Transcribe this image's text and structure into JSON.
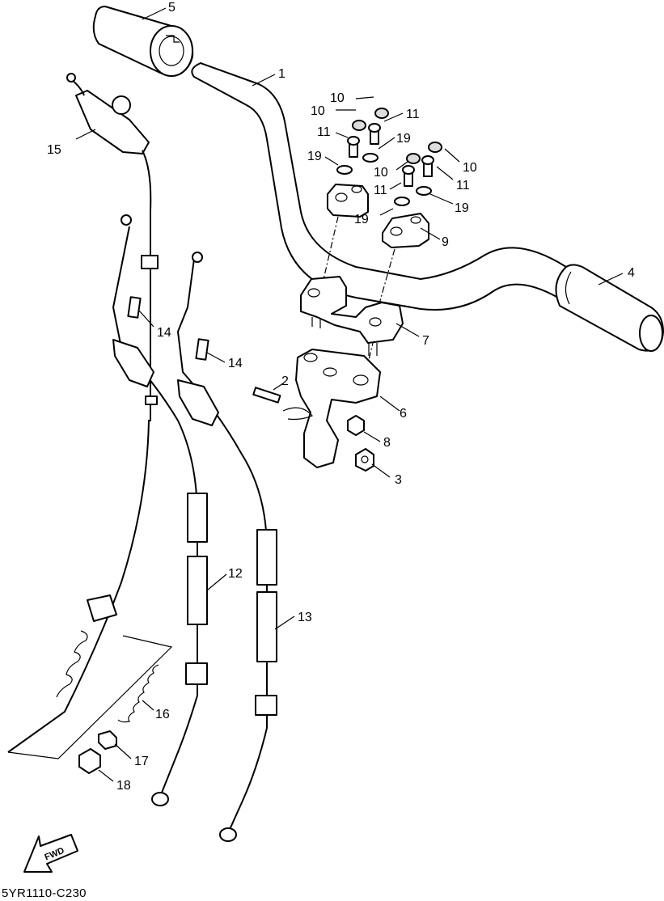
{
  "diagram": {
    "callouts": {
      "c1": "1",
      "c2": "2",
      "c3": "3",
      "c4": "4",
      "c5": "5",
      "c6": "6",
      "c7": "7",
      "c8": "8",
      "c9": "9",
      "c10a": "10",
      "c10b": "10",
      "c10c": "10",
      "c10d": "10",
      "c11a": "11",
      "c11b": "11",
      "c11c": "11",
      "c11d": "11",
      "c12": "12",
      "c13": "13",
      "c14a": "14",
      "c14b": "14",
      "c15": "15",
      "c16": "16",
      "c17": "17",
      "c18": "18",
      "c19a": "19",
      "c19b": "19",
      "c19c": "19",
      "c19d": "19"
    },
    "fwd_marker": "FWD",
    "diagram_code": "5YR1110-C230"
  },
  "colors": {
    "line": "#000000",
    "background": "#ffffff"
  }
}
